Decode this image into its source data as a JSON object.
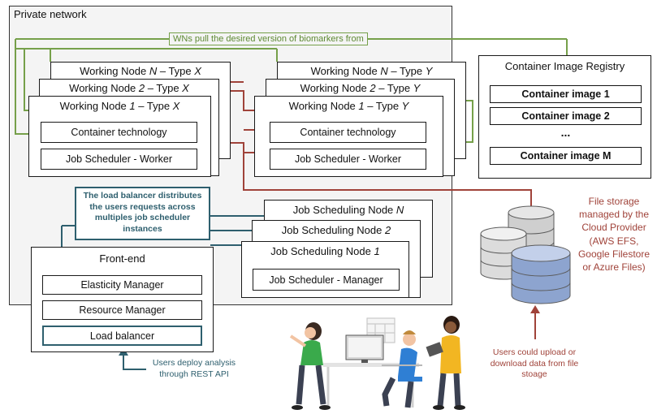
{
  "network": {
    "label": "Private network"
  },
  "pull_note": "WNs pull the desired version of biomarkers from",
  "wn_x": {
    "back": {
      "pre": "Working Node ",
      "n": "N",
      "mid": " – Type ",
      "t": "X"
    },
    "mid": {
      "pre": "Working Node ",
      "n": "2",
      "mid": " – Type ",
      "t": "X"
    },
    "front": {
      "pre": "Working Node ",
      "n": "1",
      "mid": " – Type ",
      "t": "X"
    },
    "inner1": "Container technology",
    "inner2": "Job Scheduler - Worker"
  },
  "wn_y": {
    "back": {
      "pre": "Working Node ",
      "n": "N",
      "mid": " – Type ",
      "t": "Y"
    },
    "mid": {
      "pre": "Working Node ",
      "n": "2",
      "mid": " – Type ",
      "t": "Y"
    },
    "front": {
      "pre": "Working Node ",
      "n": "1",
      "mid": " – Type ",
      "t": "Y"
    },
    "inner1": "Container technology",
    "inner2": "Job Scheduler - Worker"
  },
  "lb_note": "The load balancer distributes the users requests across multiples job scheduler instances",
  "jsn": {
    "back": {
      "pre": "Job Scheduling Node ",
      "n": "N"
    },
    "mid": {
      "pre": "Job Scheduling Node ",
      "n": "2"
    },
    "front": {
      "pre": "Job Scheduling Node ",
      "n": "1"
    },
    "inner": "Job Scheduler - Manager"
  },
  "frontend": {
    "title": "Front-end",
    "items": [
      "Elasticity Manager",
      "Resource Manager",
      "Load balancer"
    ]
  },
  "registry": {
    "title": "Container Image Registry",
    "images": [
      "Container image 1",
      "Container image 2",
      "...",
      "Container image M"
    ]
  },
  "storage_note": "File storage managed by the Cloud Provider (AWS EFS, Google Filestore or Azure Files)",
  "users_api_note": "Users deploy analysis through REST API",
  "users_upload_note": "Users could upload or download data from file stoage",
  "colors": {
    "green": "#76a04a",
    "red": "#a0433a",
    "teal": "#2e5f6e",
    "storage": "#8da4cf"
  }
}
